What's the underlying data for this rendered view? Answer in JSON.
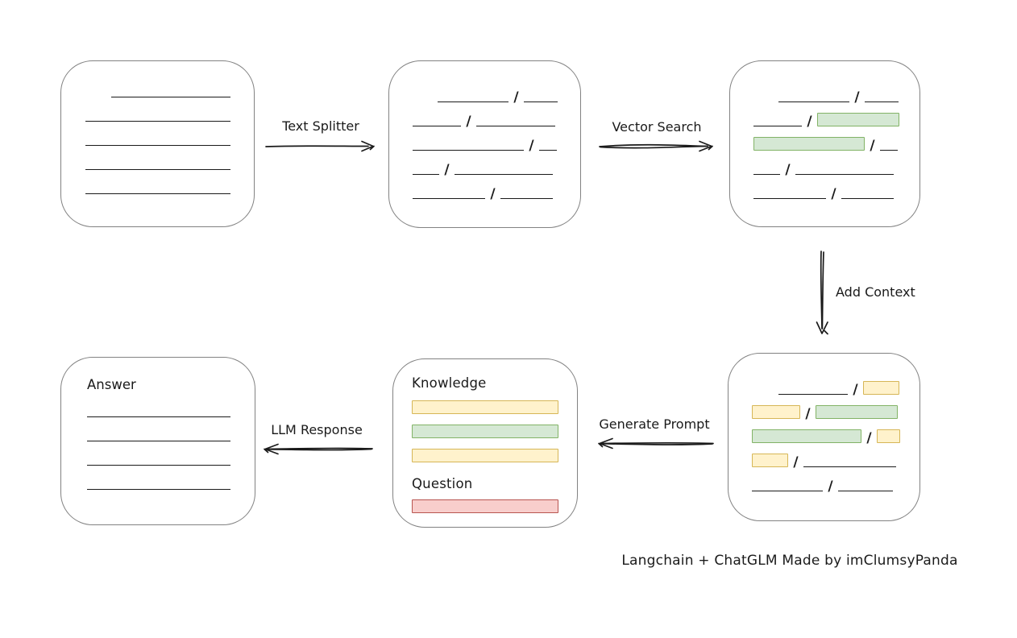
{
  "title": "Langchain + ChatGLM pipeline diagram",
  "footer": {
    "text": "Langchain + ChatGLM Made by imClumsyPanda"
  },
  "colors": {
    "canvas_bg": "#ffffff",
    "box_border": "#828282",
    "stroke": "#1a1a1a",
    "green_fill": "#d5e8d4",
    "green_border": "#82b366",
    "yellow_fill": "#fff2cc",
    "yellow_border": "#d6b656",
    "red_fill": "#f8cecc",
    "red_border": "#b85450"
  },
  "arrows": {
    "text_splitter": {
      "label": "Text Splitter",
      "direction": "right"
    },
    "vector_search": {
      "label": "Vector Search",
      "direction": "right"
    },
    "add_context": {
      "label": "Add Context",
      "direction": "down"
    },
    "generate_prompt": {
      "label": "Generate Prompt",
      "direction": "left"
    },
    "llm_response": {
      "label": "LLM Response",
      "direction": "left"
    }
  },
  "boxes": {
    "document": {
      "name": "source-document",
      "lines": [
        {
          "indent": 62,
          "width": 148
        },
        {
          "indent": 30,
          "width": 180
        },
        {
          "indent": 30,
          "width": 180
        },
        {
          "indent": 30,
          "width": 180
        },
        {
          "indent": 30,
          "width": 180
        }
      ]
    },
    "split_text": {
      "name": "split-text-chunks",
      "rows": [
        [
          {
            "t": "space",
            "w": 26
          },
          {
            "t": "line",
            "w": 88
          },
          {
            "t": "slash"
          },
          {
            "t": "line",
            "w": 42
          }
        ],
        [
          {
            "t": "line",
            "w": 60
          },
          {
            "t": "slash"
          },
          {
            "t": "line",
            "w": 98
          }
        ],
        [
          {
            "t": "line",
            "w": 138
          },
          {
            "t": "slash"
          },
          {
            "t": "line",
            "w": 22
          }
        ],
        [
          {
            "t": "line",
            "w": 33
          },
          {
            "t": "slash"
          },
          {
            "t": "line",
            "w": 122
          }
        ],
        [
          {
            "t": "line",
            "w": 90
          },
          {
            "t": "slash"
          },
          {
            "t": "line",
            "w": 65
          }
        ]
      ]
    },
    "vector_result": {
      "name": "vector-search-matches",
      "rows": [
        [
          {
            "t": "space",
            "w": 26
          },
          {
            "t": "line",
            "w": 88
          },
          {
            "t": "slash"
          },
          {
            "t": "line",
            "w": 42
          }
        ],
        [
          {
            "t": "line",
            "w": 60
          },
          {
            "t": "slash"
          },
          {
            "t": "green-bar",
            "w": 102
          }
        ],
        [
          {
            "t": "green-bar",
            "w": 138
          },
          {
            "t": "slash"
          },
          {
            "t": "line",
            "w": 22
          }
        ],
        [
          {
            "t": "line",
            "w": 33
          },
          {
            "t": "slash"
          },
          {
            "t": "line",
            "w": 122
          }
        ],
        [
          {
            "t": "line",
            "w": 90
          },
          {
            "t": "slash"
          },
          {
            "t": "line",
            "w": 65
          }
        ]
      ]
    },
    "context": {
      "name": "context-chunks",
      "rows": [
        [
          {
            "t": "space",
            "w": 28
          },
          {
            "t": "line",
            "w": 86
          },
          {
            "t": "slash"
          },
          {
            "t": "yellow-bar",
            "w": 45
          }
        ],
        [
          {
            "t": "yellow-bar",
            "w": 60
          },
          {
            "t": "slash"
          },
          {
            "t": "green-bar",
            "w": 102
          }
        ],
        [
          {
            "t": "green-bar",
            "w": 136
          },
          {
            "t": "slash"
          },
          {
            "t": "yellow-bar",
            "w": 29
          }
        ],
        [
          {
            "t": "yellow-bar",
            "w": 45
          },
          {
            "t": "slash"
          },
          {
            "t": "line",
            "w": 115
          }
        ],
        [
          {
            "t": "line",
            "w": 88
          },
          {
            "t": "slash"
          },
          {
            "t": "line",
            "w": 68
          }
        ]
      ]
    },
    "prompt": {
      "name": "prompt-composition",
      "knowledge_label": "Knowledge",
      "knowledge_bars": [
        "yellow",
        "green",
        "yellow"
      ],
      "question_label": "Question",
      "question_bars": [
        "red"
      ]
    },
    "answer": {
      "name": "answer-document",
      "label": "Answer",
      "lines": [
        {
          "indent": 32,
          "width": 178
        },
        {
          "indent": 32,
          "width": 178
        },
        {
          "indent": 32,
          "width": 178
        },
        {
          "indent": 32,
          "width": 178
        }
      ]
    }
  }
}
